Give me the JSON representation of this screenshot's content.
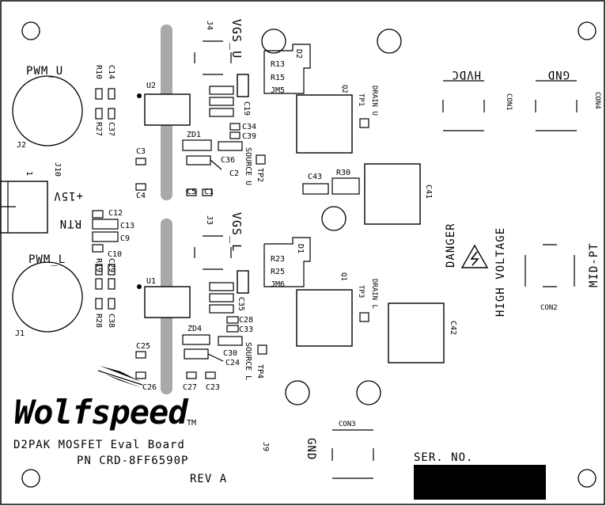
{
  "board": {
    "brand": "Wolfspeed",
    "trademark": "TM",
    "title": "D2PAK MOSFET Eval Board",
    "part_number": "PN CRD-8FF6590P",
    "revision": "REV A",
    "serial_label": "SER. NO."
  },
  "warning": {
    "line1": "DANGER",
    "line2": "HIGH VOLTAGE"
  },
  "connectors": {
    "hvdc": "HVDC",
    "gnd_top": "GND",
    "gnd_bottom": "GND",
    "mid_pt": "MID-PT",
    "con1": "CON1",
    "con2": "CON2",
    "con3": "CON3",
    "con4": "CON4",
    "pwm_u": "PWM_U",
    "pwm_l": "PWM_L",
    "j1": "J1",
    "j2": "J2",
    "j3": "J3",
    "j4": "J4",
    "j9": "J9",
    "j10": "J10",
    "pin1": "1",
    "plus15v": "+15V",
    "rtn": "RTN"
  },
  "signals": {
    "vgs_u": "VGS_U",
    "vgs_l": "VGS_L",
    "drain_u": "DRAIN U",
    "drain_l": "DRAIN L",
    "source_u": "SOURCE U",
    "source_l": "SOURCE L"
  },
  "refdes": {
    "u1": "U1",
    "u2": "U2",
    "q1": "Q1",
    "q2": "Q2",
    "d1": "D1",
    "d2": "D2",
    "zd1": "ZD1",
    "zd4": "ZD4",
    "jm5": "JM5",
    "jm6": "JM6",
    "tp1": "TP1",
    "tp2": "TP2",
    "tp3": "TP3",
    "tp4": "TP4",
    "r10": "R10",
    "r13": "R13",
    "r15": "R15",
    "r19": "R19",
    "r23": "R23",
    "r25": "R25",
    "r27": "R27",
    "r28": "R28",
    "r30": "R30",
    "c1": "C1",
    "c2": "C2",
    "c3": "C3",
    "c4": "C4",
    "c5": "C5",
    "c9": "C9",
    "c10": "C10",
    "c12": "C12",
    "c13": "C13",
    "c14": "C14",
    "c19": "C19",
    "c23": "C23",
    "c24": "C24",
    "c25": "C25",
    "c26": "C26",
    "c27": "C27",
    "c28": "C28",
    "c29": "C29",
    "c30": "C30",
    "c33": "C33",
    "c34": "C34",
    "c35": "C35",
    "c36": "C36",
    "c37": "C37",
    "c38": "C38",
    "c39": "C39",
    "c41": "C41",
    "c42": "C42",
    "c43": "C43"
  }
}
